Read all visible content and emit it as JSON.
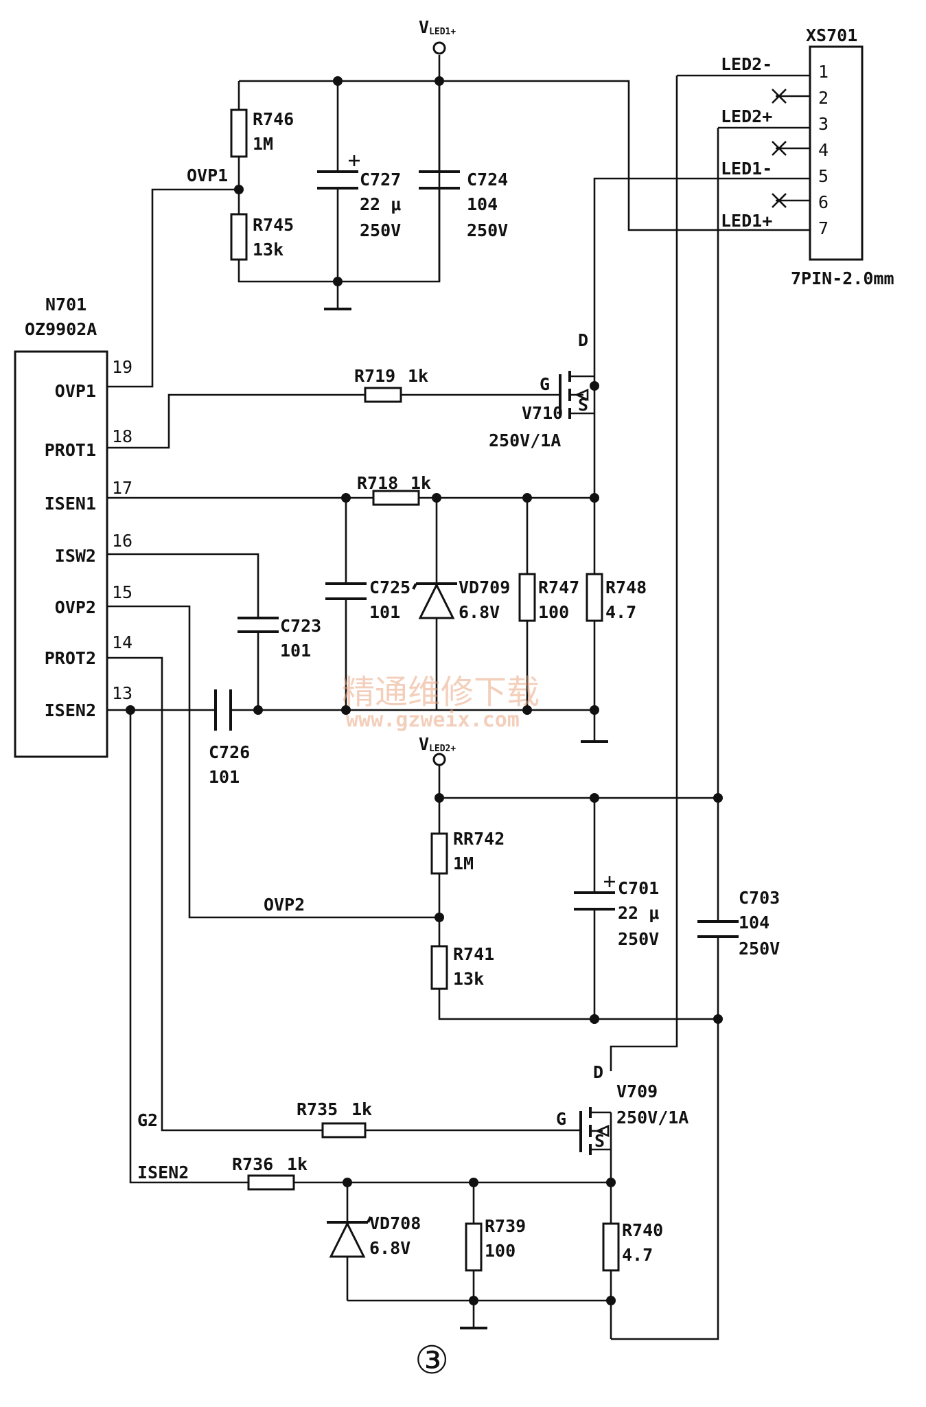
{
  "ic": {
    "ref": "N701",
    "part": "OZ9902A",
    "pins": [
      {
        "no": "19",
        "name": "OVP1"
      },
      {
        "no": "18",
        "name": "PROT1"
      },
      {
        "no": "17",
        "name": "ISEN1"
      },
      {
        "no": "16",
        "name": "ISW2"
      },
      {
        "no": "15",
        "name": "OVP2"
      },
      {
        "no": "14",
        "name": "PROT2"
      },
      {
        "no": "13",
        "name": "ISEN2"
      }
    ]
  },
  "connector": {
    "ref": "XS701",
    "type": "7PIN-2.0mm",
    "pins": [
      "1",
      "2",
      "3",
      "4",
      "5",
      "6",
      "7"
    ],
    "signals": [
      "LED2-",
      "LED2+",
      "LED1-",
      "LED1+"
    ]
  },
  "supplies": {
    "vled1_main": "V",
    "vled1_sub": "LED1+",
    "vled2_main": "V",
    "vled2_sub": "LED2+"
  },
  "nets": {
    "ovp1": "OVP1",
    "ovp2": "OVP2",
    "g2": "G2",
    "isen2": "ISEN2"
  },
  "components": {
    "r746": {
      "ref": "R746",
      "value": "1M"
    },
    "r745": {
      "ref": "R745",
      "value": "13k"
    },
    "c727": {
      "ref": "C727",
      "value": "22 μ",
      "rating": "250V"
    },
    "c724": {
      "ref": "C724",
      "value": "104",
      "rating": "250V"
    },
    "r719": {
      "ref": "R719",
      "value": "1k"
    },
    "v710": {
      "ref": "V710",
      "rating": "250V/1A",
      "d": "D",
      "g": "G",
      "s": "S"
    },
    "r718": {
      "ref": "R718",
      "value": "1k"
    },
    "c725": {
      "ref": "C725",
      "value": "101"
    },
    "vd709": {
      "ref": "VD709",
      "value": "6.8V"
    },
    "r747": {
      "ref": "R747",
      "value": "100"
    },
    "r748": {
      "ref": "R748",
      "value": "4.7"
    },
    "c723": {
      "ref": "C723",
      "value": "101"
    },
    "c726": {
      "ref": "C726",
      "value": "101"
    },
    "rr742": {
      "ref": "RR742",
      "value": "1M"
    },
    "r741": {
      "ref": "R741",
      "value": "13k"
    },
    "c701": {
      "ref": "C701",
      "value": "22 μ",
      "rating": "250V"
    },
    "c703": {
      "ref": "C703",
      "value": "104",
      "rating": "250V"
    },
    "v709": {
      "ref": "V709",
      "rating": "250V/1A",
      "d": "D",
      "g": "G",
      "s": "S"
    },
    "r735": {
      "ref": "R735",
      "value": "1k"
    },
    "r736": {
      "ref": "R736",
      "value": "1k"
    },
    "vd708": {
      "ref": "VD708",
      "value": "6.8V"
    },
    "r739": {
      "ref": "R739",
      "value": "100"
    },
    "r740": {
      "ref": "R740",
      "value": "4.7"
    }
  },
  "watermark": {
    "cn": "精通维修下载",
    "url": "www.gzweix.com"
  },
  "figure_mark": "③"
}
